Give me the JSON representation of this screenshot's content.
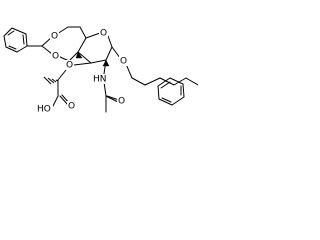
{
  "structure": {
    "colors": {
      "bond": "#000000",
      "label": "#000000",
      "background": "#ffffff"
    },
    "atoms": {
      "ring_o_acetal_1": "O",
      "ring_o_acetal_2": "O",
      "ring_o_pyranose": "O",
      "o_ether": "O",
      "n_amide": "HN",
      "o_glycoside": "O",
      "acid_oh": "HO",
      "acid_o": "O",
      "amide_o": "O"
    }
  }
}
